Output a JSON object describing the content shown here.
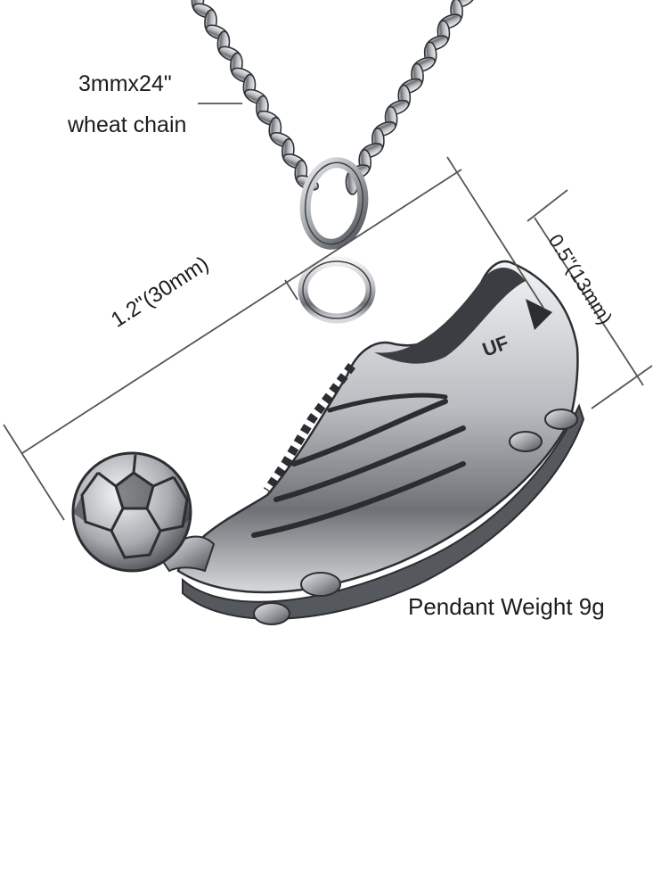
{
  "image": {
    "subject": "Stainless steel soccer shoe with ball pendant on wheat chain",
    "background_color": "#ffffff",
    "metal_color": "#b9bcc0",
    "line_color": "#555555"
  },
  "annotations": {
    "chain_size": "3mmx24\"",
    "chain_type": "wheat chain",
    "pendant_length": "1.2\"(30mm)",
    "pendant_height": "0.5\"(13mm)",
    "pendant_weight": "Pendant Weight 9g"
  }
}
